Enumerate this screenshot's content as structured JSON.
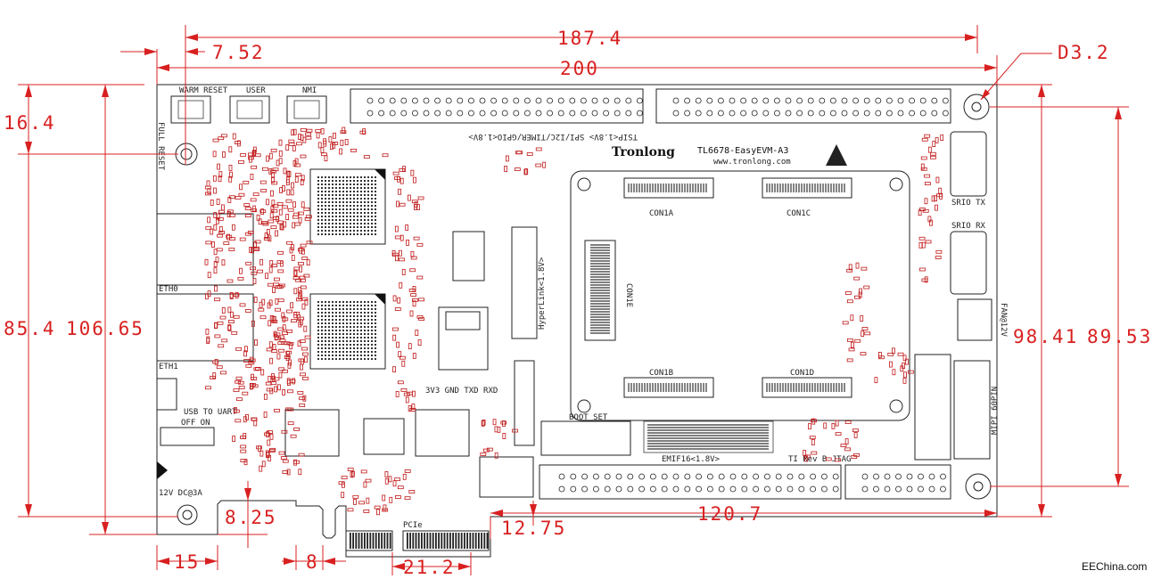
{
  "dimensions": {
    "d187": "187.4",
    "d752": "7.52",
    "d200": "200",
    "d32": "D3.2",
    "d164": "16.4",
    "d854": "85.4",
    "d10665": "106.65",
    "d9841": "98.41",
    "d8953": "89.53",
    "d825": "8.25",
    "d1207": "120.7",
    "d1275": "12.75",
    "d15": "15",
    "d8": "8",
    "d212": "21.2"
  },
  "board": {
    "brand": "Tronlong",
    "model": "TL6678-EasyEVM-A3",
    "url": "www.tronlong.com",
    "top_header_label": "TSIP<1.8V> SPI/I2C/TIMER/GPIO<1.8V>",
    "hyperlink": "HyperLink<1.8V>",
    "emif": "EMIF16<1.8V>",
    "ti_rev": "TI Rev B JTAG",
    "mipi": "MIPI 60PIN",
    "fan": "FAN@12V",
    "pcie": "PCIe",
    "srio_tx": "SRIO TX",
    "srio_rx": "SRIO RX",
    "eth0": "ETH0",
    "eth1": "ETH1",
    "power": "12V DC@3A",
    "switch": "OFF ON",
    "usb_uart": "USB TO UART",
    "full_reset": "FULL RESET",
    "warm_reset": "WARM RESET",
    "user": "USER",
    "nmi": "NMI",
    "con1a": "CON1A",
    "con1b": "CON1B",
    "con1c": "CON1C",
    "con1d": "CON1D",
    "con1e": "CON1E",
    "boot_set": "BOOT SET",
    "uart_row": "3V3 GND TXD RXD"
  },
  "watermark": "EEChina.com"
}
